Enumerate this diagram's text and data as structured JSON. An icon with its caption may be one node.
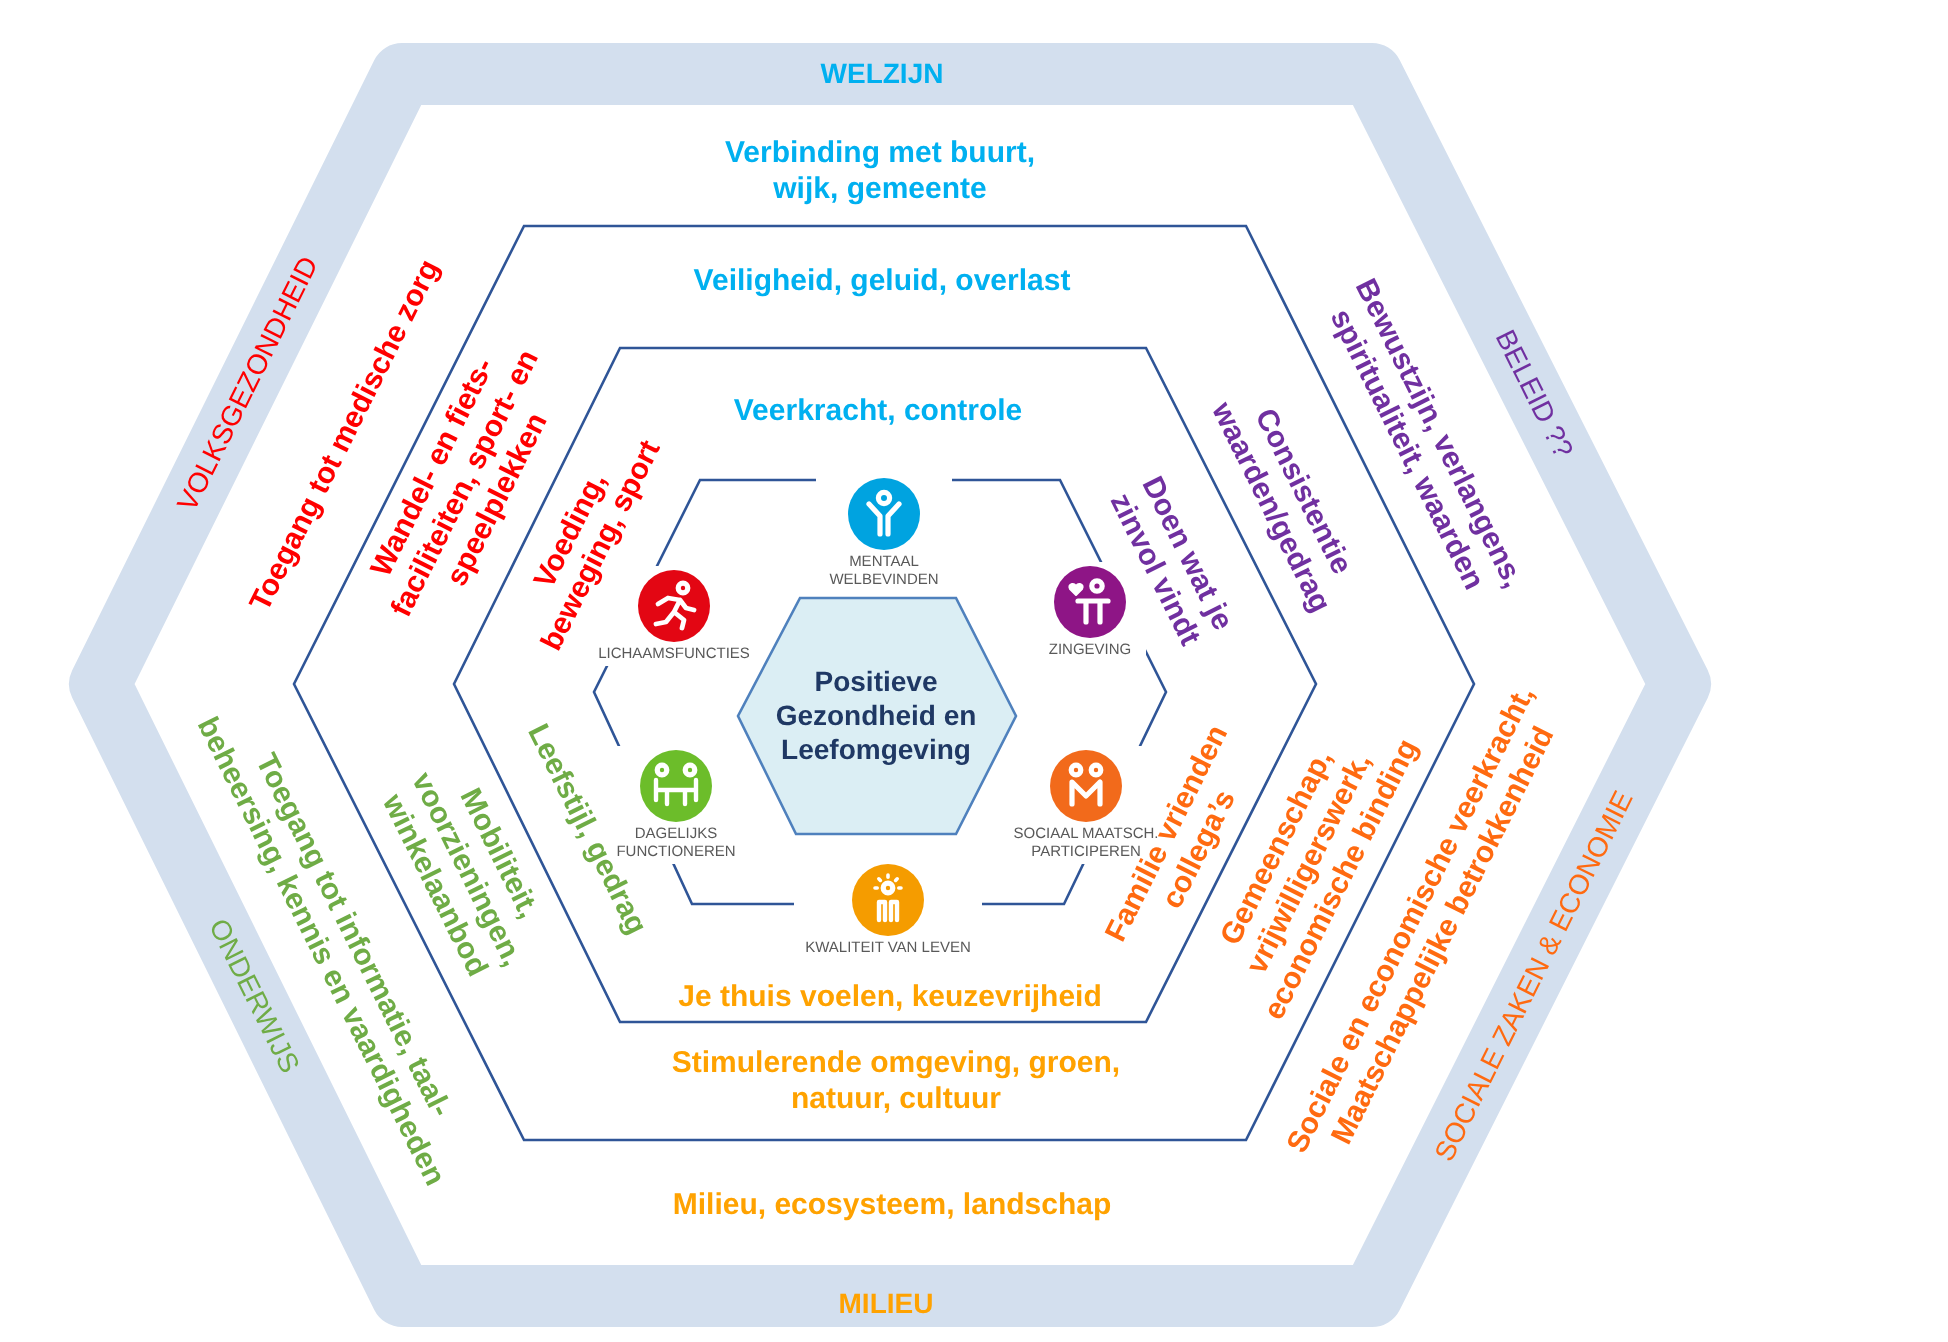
{
  "diagram": {
    "nodes": [
      {
        "text": [
          "WELZIJN",
          "Verbinding met buurt, wijk, gemeente",
          "BELEID ??",
          "Bewustzijn, verlangens, spiritualiteit, waarden",
          "Sociale en economische veerkracht, Maatschappelijke betrokkenheid",
          "SOCIALE ZAKEN & ECONOMIE",
          "Milieu, ecosysteem, landschap",
          "MILIEU",
          "Toegang tot informatie, taal- beheersing, kennis en vaardigheden",
          "ONDERWIJS",
          "VOLKSGEZONDHEID",
          "Toegang tot medische zorg"
        ]
      },
      {
        "text": [
          "Veiligheid, geluid, overlast",
          "Consistentie waarden/gedrag",
          "Gemeenschap, vrijwilligerswerk, economische binding",
          "Stimulerende omgeving, groen, natuur, cultuur",
          "Mobiliteit, voorzieningen, winkelaanbod",
          "Wandel- en fiets- faciliteiten, sport- en speelplekken"
        ],
        "in": 0
      },
      {
        "text": [
          "Veerkracht, controle",
          "Doen wat je zinvol vindt",
          "Familie vrienden collega’s",
          "Je thuis voelen, keuzevrijheid",
          "Leefstijl, gedrag",
          "Voeding, beweging, sport"
        ],
        "in": 1
      },
      {
        "text": [],
        "shape": "hexagon",
        "in": 2
      },
      {
        "text": [
          "Positieve Gezondheid en Leefomgeving"
        ],
        "in": 3
      },
      {
        "text": [
          "MENTAAL WELBEVINDEN"
        ],
        "in": 3
      },
      {
        "text": [
          "ZINGEVING"
        ],
        "in": 3
      },
      {
        "text": [
          "SOCIAAL MAATSCH. PARTICIPEREN"
        ],
        "in": 3
      },
      {
        "text": [
          "KWALITEIT VAN LEVEN"
        ],
        "in": 2
      },
      {
        "text": [
          "DAGELIJKS FUNCTIONEREN"
        ],
        "in": 3
      },
      {
        "text": [
          "LICHAAMSFUNCTIES"
        ],
        "in": 3
      }
    ]
  }
}
